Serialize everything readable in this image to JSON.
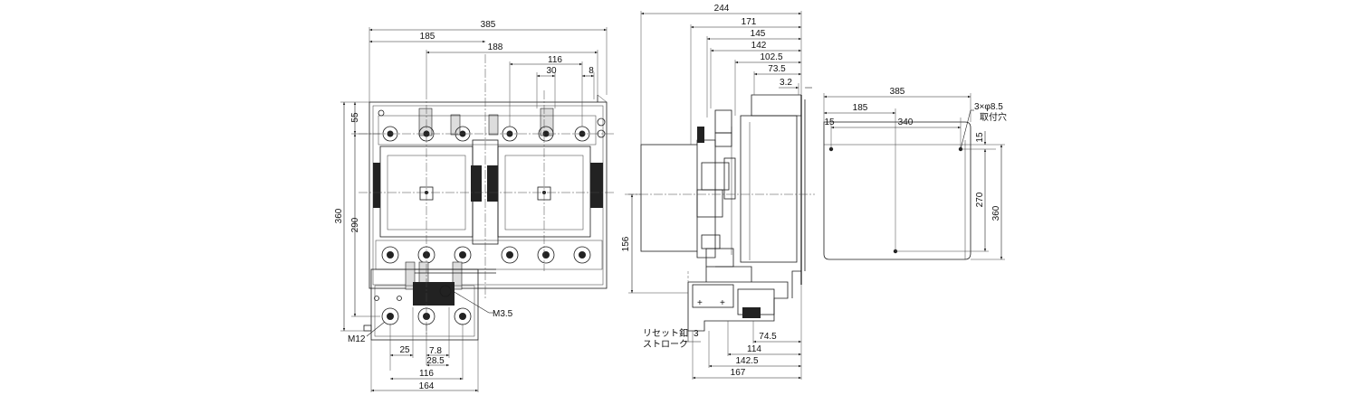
{
  "front_view": {
    "width_385": "385",
    "dim_185": "185",
    "dim_188": "188",
    "dim_116_top": "116",
    "dim_30": "30",
    "dim_8": "8",
    "dim_55": "55",
    "dim_360": "360",
    "dim_290": "290",
    "dim_25": "25",
    "dim_7_8": "7.8",
    "dim_28_5": "28.5",
    "dim_116_bottom": "116",
    "dim_164": "164",
    "label_m12": "M12",
    "label_m3_5": "M3.5"
  },
  "side_view": {
    "dim_244": "244",
    "dim_171": "171",
    "dim_145": "145",
    "dim_142": "142",
    "dim_102_5": "102.5",
    "dim_73_5": "73.5",
    "dim_3_2": "3.2",
    "dim_156": "156",
    "reset_label_line1": "リセット釦",
    "reset_label_line2": "ストローク",
    "dim_3": "3",
    "dim_74_5": "74.5",
    "dim_114": "114",
    "dim_142_5": "142.5",
    "dim_167": "167"
  },
  "mounting_view": {
    "dim_385": "385",
    "dim_185": "185",
    "dim_15_left": "15",
    "dim_340": "340",
    "hole_spec": "3×φ8.5",
    "hole_label": "取付穴",
    "dim_15_right": "15",
    "dim_270": "270",
    "dim_360": "360"
  }
}
